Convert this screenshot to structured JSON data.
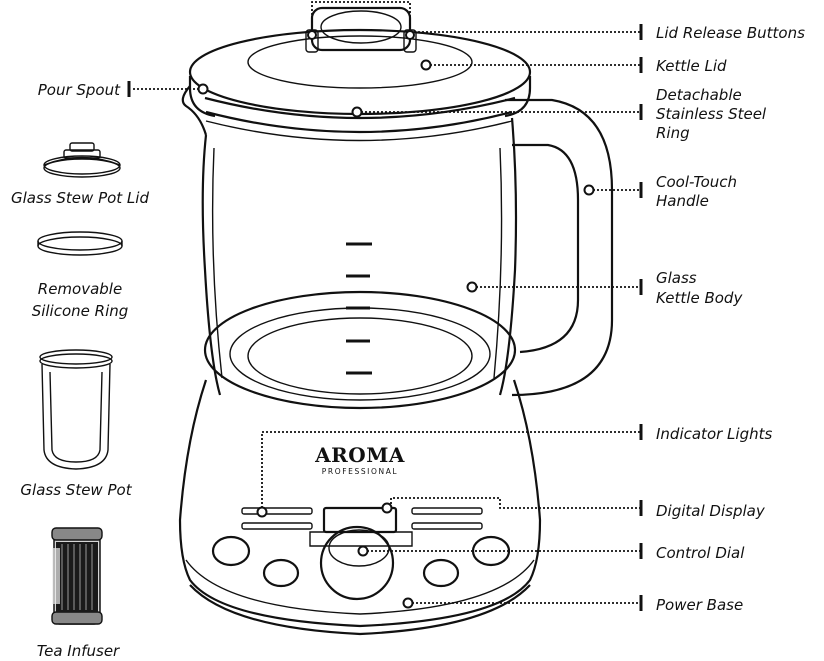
{
  "callouts": {
    "lid_release_buttons": "Lid Release Buttons",
    "kettle_lid": "Kettle Lid",
    "pour_spout": "Pour Spout",
    "steel_ring": [
      "Detachable",
      "Stainless Steel",
      "Ring"
    ],
    "cool_touch_handle": [
      "Cool-Touch",
      "Handle"
    ],
    "glass_kettle_body": [
      "Glass",
      "Kettle Body"
    ],
    "indicator_lights": "Indicator Lights",
    "digital_display": "Digital Display",
    "control_dial": "Control Dial",
    "power_base": "Power Base"
  },
  "accessories": {
    "glass_stew_pot_lid": "Glass Stew Pot Lid",
    "removable_silicone_ring": [
      "Removable",
      "Silicone Ring"
    ],
    "glass_stew_pot": "Glass Stew Pot",
    "tea_infuser": "Tea Infuser"
  },
  "brand": {
    "name": "AROMA",
    "sub": "PROFESSIONAL"
  }
}
